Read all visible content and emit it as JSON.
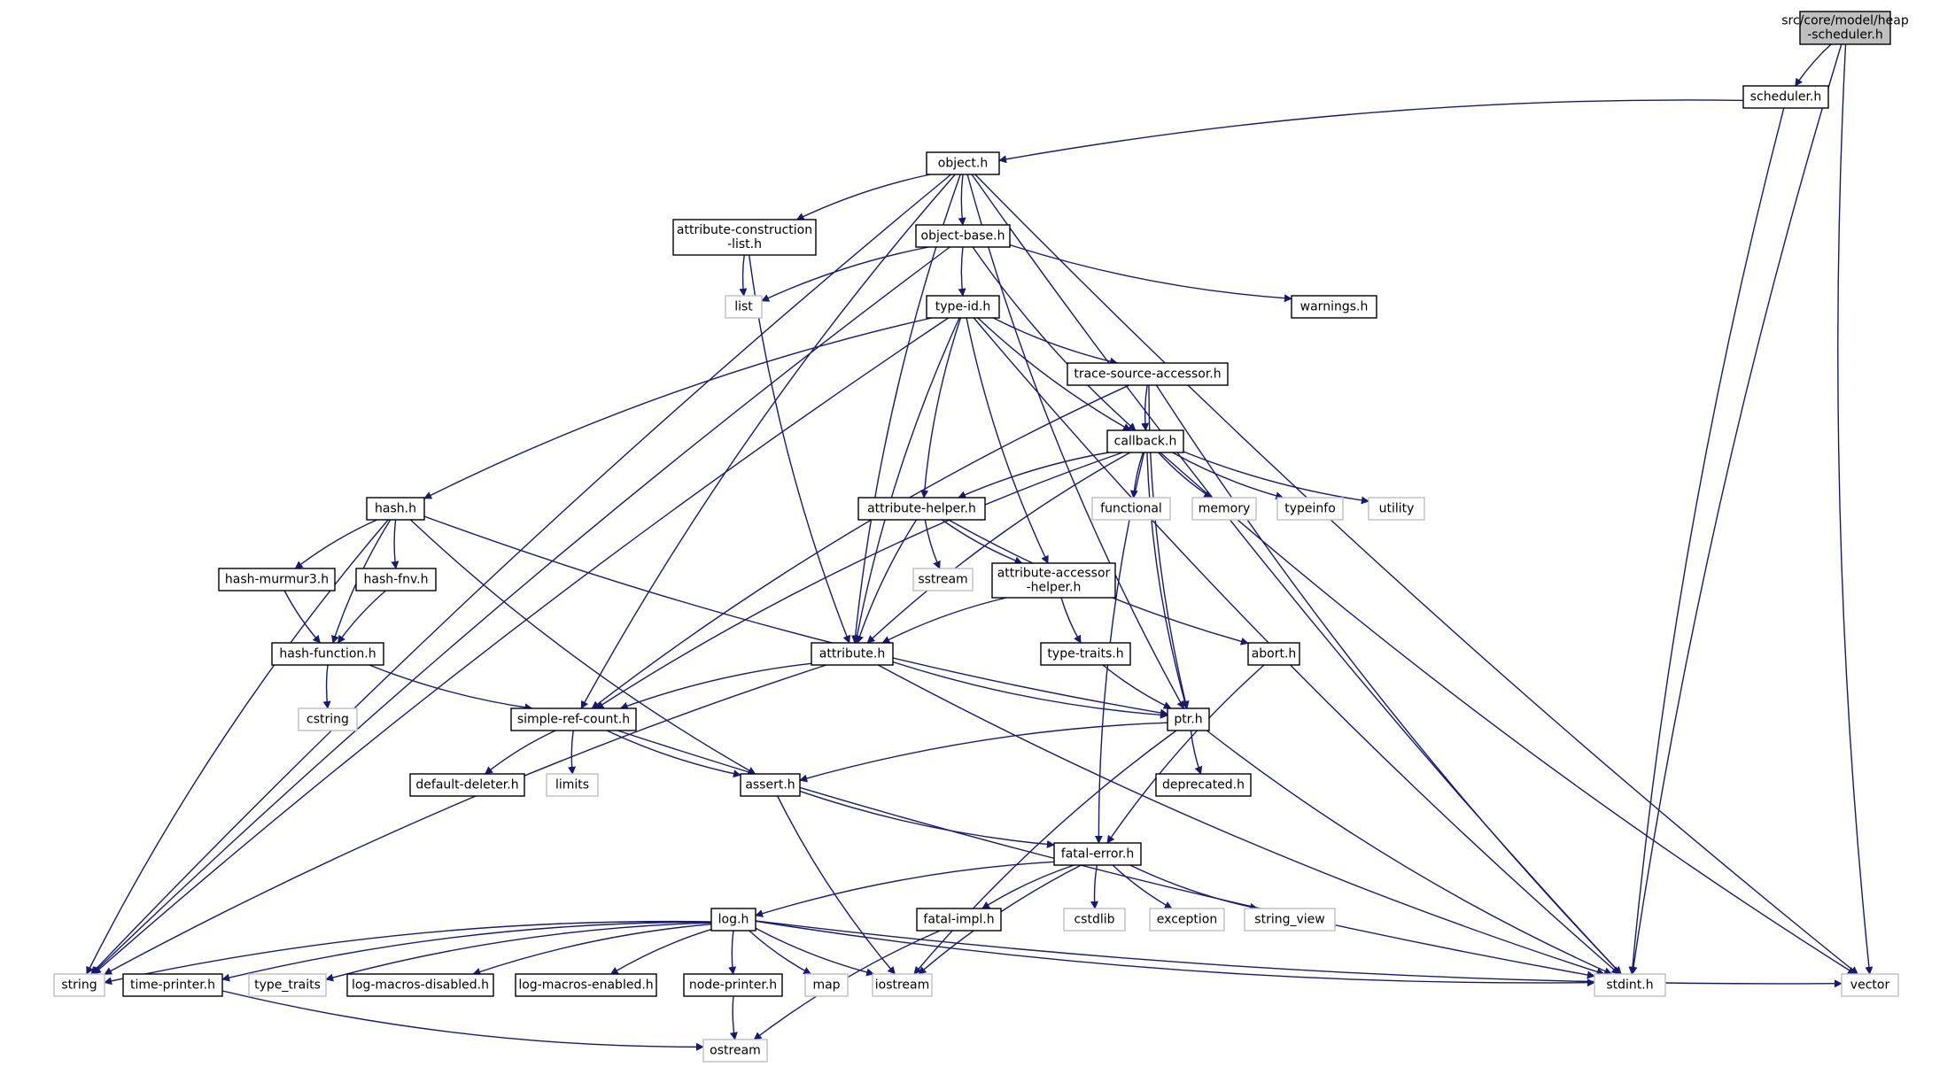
{
  "nodes": [
    {
      "id": "root",
      "kind": "root",
      "lines": [
        "src/core/model/heap",
        "-scheduler.h"
      ]
    },
    {
      "id": "scheduler",
      "kind": "local",
      "lines": [
        "scheduler.h"
      ]
    },
    {
      "id": "object",
      "kind": "local",
      "lines": [
        "object.h"
      ]
    },
    {
      "id": "attr_constr",
      "kind": "local",
      "lines": [
        "attribute-construction",
        "-list.h"
      ]
    },
    {
      "id": "object_base",
      "kind": "local",
      "lines": [
        "object-base.h"
      ]
    },
    {
      "id": "list",
      "kind": "system",
      "lines": [
        "list"
      ]
    },
    {
      "id": "warnings",
      "kind": "local",
      "lines": [
        "warnings.h"
      ]
    },
    {
      "id": "type_id",
      "kind": "local",
      "lines": [
        "type-id.h"
      ]
    },
    {
      "id": "trace_src",
      "kind": "local",
      "lines": [
        "trace-source-accessor.h"
      ]
    },
    {
      "id": "callback",
      "kind": "local",
      "lines": [
        "callback.h"
      ]
    },
    {
      "id": "hash",
      "kind": "local",
      "lines": [
        "hash.h"
      ]
    },
    {
      "id": "attr_helper",
      "kind": "local",
      "lines": [
        "attribute-helper.h"
      ]
    },
    {
      "id": "functional",
      "kind": "system",
      "lines": [
        "functional"
      ]
    },
    {
      "id": "memory",
      "kind": "system",
      "lines": [
        "memory"
      ]
    },
    {
      "id": "typeinfo",
      "kind": "system",
      "lines": [
        "typeinfo"
      ]
    },
    {
      "id": "utility",
      "kind": "system",
      "lines": [
        "utility"
      ]
    },
    {
      "id": "hash_murmur",
      "kind": "local",
      "lines": [
        "hash-murmur3.h"
      ]
    },
    {
      "id": "hash_fnv",
      "kind": "local",
      "lines": [
        "hash-fnv.h"
      ]
    },
    {
      "id": "sstream",
      "kind": "system",
      "lines": [
        "sstream"
      ]
    },
    {
      "id": "attr_acc",
      "kind": "local",
      "lines": [
        "attribute-accessor",
        "-helper.h"
      ]
    },
    {
      "id": "hash_func",
      "kind": "local",
      "lines": [
        "hash-function.h"
      ]
    },
    {
      "id": "attribute",
      "kind": "local",
      "lines": [
        "attribute.h"
      ]
    },
    {
      "id": "type_traits_h",
      "kind": "local",
      "lines": [
        "type-traits.h"
      ]
    },
    {
      "id": "abort",
      "kind": "local",
      "lines": [
        "abort.h"
      ]
    },
    {
      "id": "cstring",
      "kind": "system",
      "lines": [
        "cstring"
      ]
    },
    {
      "id": "simple_ref",
      "kind": "local",
      "lines": [
        "simple-ref-count.h"
      ]
    },
    {
      "id": "ptr",
      "kind": "local",
      "lines": [
        "ptr.h"
      ]
    },
    {
      "id": "default_del",
      "kind": "local",
      "lines": [
        "default-deleter.h"
      ]
    },
    {
      "id": "limits",
      "kind": "system",
      "lines": [
        "limits"
      ]
    },
    {
      "id": "assert",
      "kind": "local",
      "lines": [
        "assert.h"
      ]
    },
    {
      "id": "deprecated",
      "kind": "local",
      "lines": [
        "deprecated.h"
      ]
    },
    {
      "id": "fatal_error",
      "kind": "local",
      "lines": [
        "fatal-error.h"
      ]
    },
    {
      "id": "log",
      "kind": "local",
      "lines": [
        "log.h"
      ]
    },
    {
      "id": "fatal_impl",
      "kind": "local",
      "lines": [
        "fatal-impl.h"
      ]
    },
    {
      "id": "cstdlib",
      "kind": "system",
      "lines": [
        "cstdlib"
      ]
    },
    {
      "id": "exception",
      "kind": "system",
      "lines": [
        "exception"
      ]
    },
    {
      "id": "string_view",
      "kind": "system",
      "lines": [
        "string_view"
      ]
    },
    {
      "id": "string",
      "kind": "system",
      "lines": [
        "string"
      ]
    },
    {
      "id": "time_printer",
      "kind": "local",
      "lines": [
        "time-printer.h"
      ]
    },
    {
      "id": "type_traits",
      "kind": "system",
      "lines": [
        "type_traits"
      ]
    },
    {
      "id": "log_mdis",
      "kind": "local",
      "lines": [
        "log-macros-disabled.h"
      ]
    },
    {
      "id": "log_men",
      "kind": "local",
      "lines": [
        "log-macros-enabled.h"
      ]
    },
    {
      "id": "node_printer",
      "kind": "local",
      "lines": [
        "node-printer.h"
      ]
    },
    {
      "id": "map",
      "kind": "system",
      "lines": [
        "map"
      ]
    },
    {
      "id": "iostream",
      "kind": "system",
      "lines": [
        "iostream"
      ]
    },
    {
      "id": "stdint",
      "kind": "system",
      "lines": [
        "stdint.h"
      ]
    },
    {
      "id": "vector",
      "kind": "system",
      "lines": [
        "vector"
      ]
    },
    {
      "id": "ostream",
      "kind": "system",
      "lines": [
        "ostream"
      ]
    }
  ],
  "edges": [
    [
      "root",
      "scheduler"
    ],
    [
      "root",
      "stdint"
    ],
    [
      "root",
      "vector"
    ],
    [
      "scheduler",
      "object"
    ],
    [
      "scheduler",
      "stdint"
    ],
    [
      "object",
      "attr_constr"
    ],
    [
      "object",
      "object_base"
    ],
    [
      "object",
      "string"
    ],
    [
      "object",
      "simple_ref"
    ],
    [
      "object",
      "attribute"
    ],
    [
      "object",
      "ptr"
    ],
    [
      "object",
      "stdint"
    ],
    [
      "object",
      "vector"
    ],
    [
      "attr_constr",
      "list"
    ],
    [
      "attr_constr",
      "attribute"
    ],
    [
      "object_base",
      "type_id"
    ],
    [
      "object_base",
      "list"
    ],
    [
      "object_base",
      "warnings"
    ],
    [
      "object_base",
      "string"
    ],
    [
      "object_base",
      "callback"
    ],
    [
      "type_id",
      "trace_src"
    ],
    [
      "type_id",
      "callback"
    ],
    [
      "type_id",
      "hash"
    ],
    [
      "type_id",
      "attr_helper"
    ],
    [
      "type_id",
      "attr_acc"
    ],
    [
      "type_id",
      "attribute"
    ],
    [
      "type_id",
      "string"
    ],
    [
      "type_id",
      "stdint"
    ],
    [
      "trace_src",
      "callback"
    ],
    [
      "trace_src",
      "simple_ref"
    ],
    [
      "trace_src",
      "ptr"
    ],
    [
      "trace_src",
      "stdint"
    ],
    [
      "callback",
      "attr_helper"
    ],
    [
      "callback",
      "functional"
    ],
    [
      "callback",
      "memory"
    ],
    [
      "callback",
      "typeinfo"
    ],
    [
      "callback",
      "utility"
    ],
    [
      "callback",
      "ptr"
    ],
    [
      "callback",
      "fatal_error"
    ],
    [
      "callback",
      "simple_ref"
    ],
    [
      "callback",
      "attribute"
    ],
    [
      "callback",
      "vector"
    ],
    [
      "hash",
      "hash_murmur"
    ],
    [
      "hash",
      "hash_fnv"
    ],
    [
      "hash",
      "hash_func"
    ],
    [
      "hash",
      "string"
    ],
    [
      "hash",
      "assert"
    ],
    [
      "hash",
      "ptr"
    ],
    [
      "hash_murmur",
      "hash_func"
    ],
    [
      "hash_fnv",
      "hash_func"
    ],
    [
      "hash_func",
      "cstring"
    ],
    [
      "hash_func",
      "simple_ref"
    ],
    [
      "attr_helper",
      "sstream"
    ],
    [
      "attr_helper",
      "attr_acc"
    ],
    [
      "attr_helper",
      "attribute"
    ],
    [
      "attr_helper",
      "abort"
    ],
    [
      "attr_acc",
      "attribute"
    ],
    [
      "attr_acc",
      "type_traits_h"
    ],
    [
      "type_traits_h",
      "ptr"
    ],
    [
      "abort",
      "fatal_error"
    ],
    [
      "attribute",
      "simple_ref"
    ],
    [
      "attribute",
      "ptr"
    ],
    [
      "attribute",
      "string"
    ],
    [
      "attribute",
      "stdint"
    ],
    [
      "simple_ref",
      "default_del"
    ],
    [
      "simple_ref",
      "limits"
    ],
    [
      "simple_ref",
      "assert"
    ],
    [
      "simple_ref",
      "stdint"
    ],
    [
      "ptr",
      "deprecated"
    ],
    [
      "ptr",
      "assert"
    ],
    [
      "ptr",
      "iostream"
    ],
    [
      "ptr",
      "stdint"
    ],
    [
      "assert",
      "fatal_error"
    ],
    [
      "assert",
      "iostream"
    ],
    [
      "fatal_error",
      "log"
    ],
    [
      "fatal_error",
      "fatal_impl"
    ],
    [
      "fatal_error",
      "cstdlib"
    ],
    [
      "fatal_error",
      "exception"
    ],
    [
      "fatal_error",
      "string_view"
    ],
    [
      "fatal_error",
      "iostream"
    ],
    [
      "fatal_impl",
      "ostream"
    ],
    [
      "log",
      "string"
    ],
    [
      "log",
      "time_printer"
    ],
    [
      "log",
      "type_traits"
    ],
    [
      "log",
      "log_mdis"
    ],
    [
      "log",
      "log_men"
    ],
    [
      "log",
      "node_printer"
    ],
    [
      "log",
      "map"
    ],
    [
      "log",
      "iostream"
    ],
    [
      "log",
      "stdint"
    ],
    [
      "log",
      "vector"
    ],
    [
      "time_printer",
      "ostream"
    ],
    [
      "node_printer",
      "ostream"
    ]
  ]
}
